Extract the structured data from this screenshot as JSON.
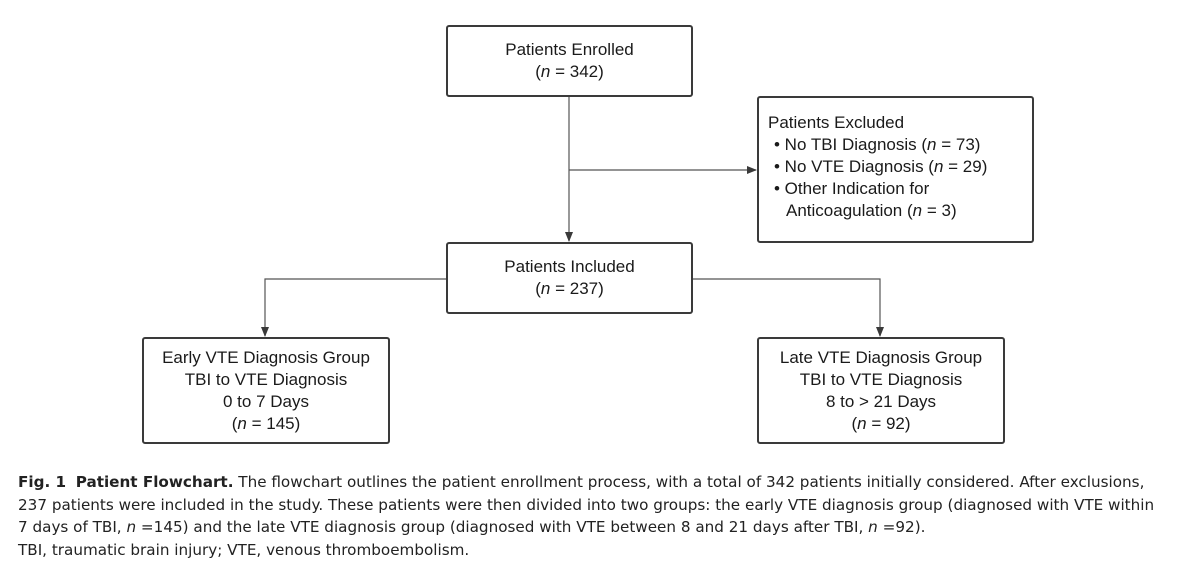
{
  "boxes": {
    "enrolled": {
      "title": "Patients Enrolled",
      "count_pre": "(",
      "n": "n",
      "count_post": " = 342)"
    },
    "excluded": {
      "title": "Patients Excluded",
      "items": [
        {
          "bullet": "• No TBI Diagnosis (",
          "n": "n",
          "post": " = 73)"
        },
        {
          "bullet": "• No VTE Diagnosis (",
          "n": "n",
          "post": " = 29)"
        },
        {
          "bullet": "• Other Indication for",
          "n": "",
          "post": ""
        }
      ],
      "item4_pre": "Anticoagulation (",
      "item4_n": "n",
      "item4_post": " = 3)"
    },
    "included": {
      "title": "Patients Included",
      "count_pre": "(",
      "n": "n",
      "count_post": " = 237)"
    },
    "early": {
      "line1": "Early VTE Diagnosis Group",
      "line2": "TBI to VTE Diagnosis",
      "line3": "0 to 7 Days",
      "count_pre": "(",
      "n": "n",
      "count_post": " = 145)"
    },
    "late": {
      "line1": "Late VTE Diagnosis Group",
      "line2": "TBI to VTE Diagnosis",
      "line3": "8 to > 21 Days",
      "count_pre": "(",
      "n": "n",
      "count_post": " = 92)"
    }
  },
  "caption": {
    "fig": "Fig. 1",
    "title": "Patient Flowchart.",
    "text1": " The flowchart outlines the patient enrollment process, with a total of 342 patients initially considered. After exclusions, 237 patients were included in the study. These patients were then divided into two groups: the early VTE diagnosis group (diagnosed with VTE within 7 days of TBI, ",
    "n1": "n",
    "text2": " =145) and the late VTE diagnosis group (diagnosed with VTE between 8 and 21 days after TBI, ",
    "n2": "n",
    "text3": " =92).",
    "abbrev": "TBI, traumatic brain injury; VTE, venous thromboembolism."
  }
}
